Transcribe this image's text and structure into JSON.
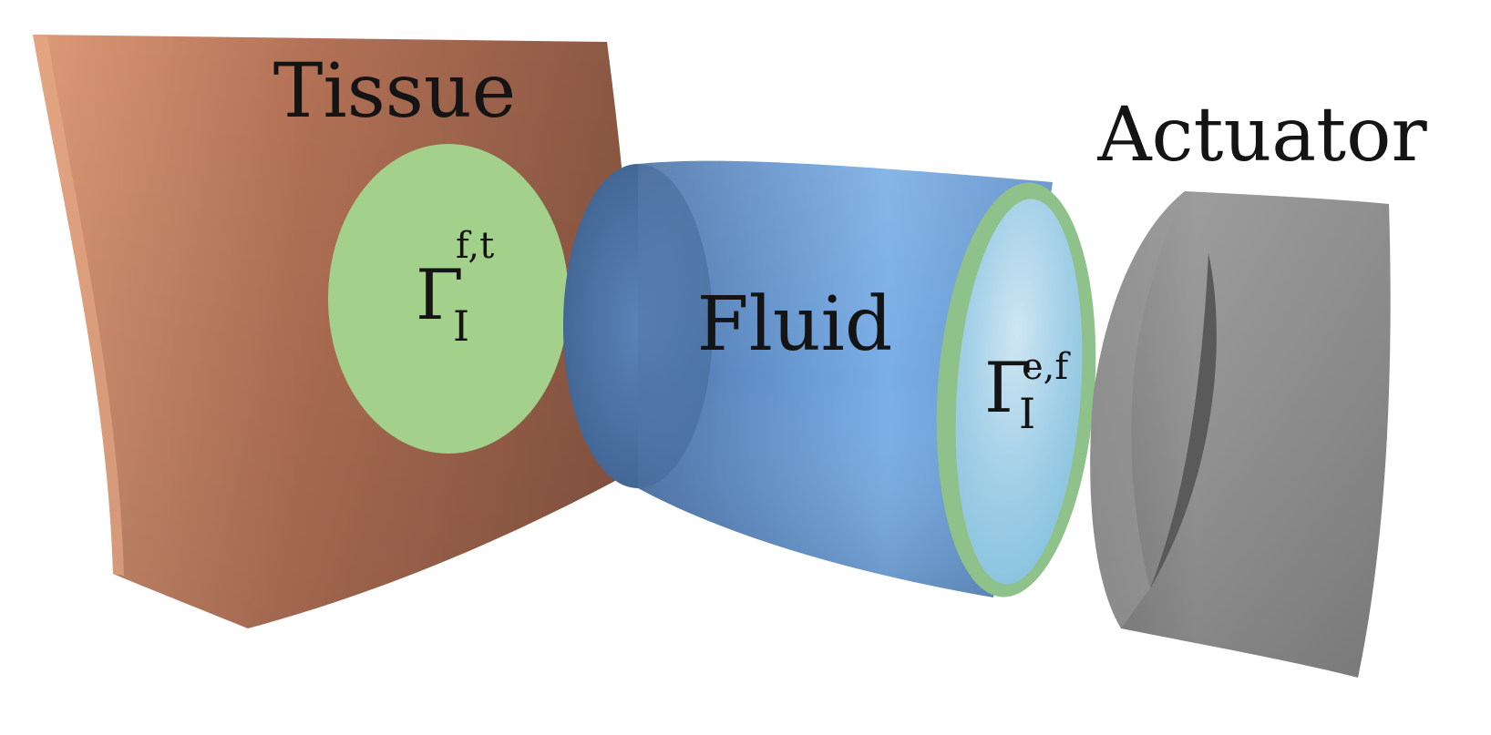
{
  "labels": {
    "tissue": "Tissue",
    "fluid": "Fluid",
    "actuator": "Actuator"
  },
  "interfaces": {
    "fluid_tissue": {
      "symbol": "Γ",
      "subscript": "I",
      "superscript": "f,t"
    },
    "actuator_fluid": {
      "symbol": "Γ",
      "subscript": "I",
      "superscript": "e,f"
    }
  },
  "colors": {
    "tissue": "#b8735a",
    "interface": "#a3d08a",
    "fluid": "#6b9ed8",
    "actuator": "#8c8c8c",
    "text": "#141414"
  }
}
